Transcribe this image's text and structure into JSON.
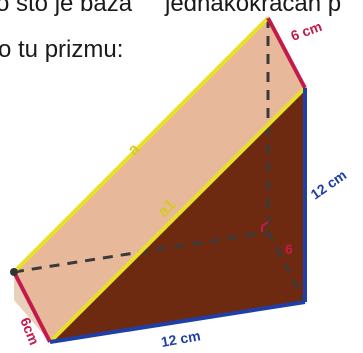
{
  "text": {
    "top_left": "o što je baza",
    "top_right": "jednakokračan p",
    "second_line": "o tu prizmu:"
  },
  "labels": {
    "top_edge": "6 cm",
    "right_edge": "12 cm",
    "left_edge": "6cm",
    "bottom_edge": "12 cm",
    "inner_height": "6",
    "face_diagonal": "a",
    "inner_diagonal": "a1"
  },
  "colors": {
    "face_top": "#e7b99a",
    "face_front": "#6e2a10",
    "triangle_left": "#e7cbb3",
    "edge_yellow": "#e8e02a",
    "edge_red": "#c41a4a",
    "edge_blue": "#1f3fa6",
    "dash": "#3a3a3a",
    "label_red": "#c41a4a",
    "label_blue": "#1f3fa6",
    "label_yellow": "#d7c92a"
  }
}
